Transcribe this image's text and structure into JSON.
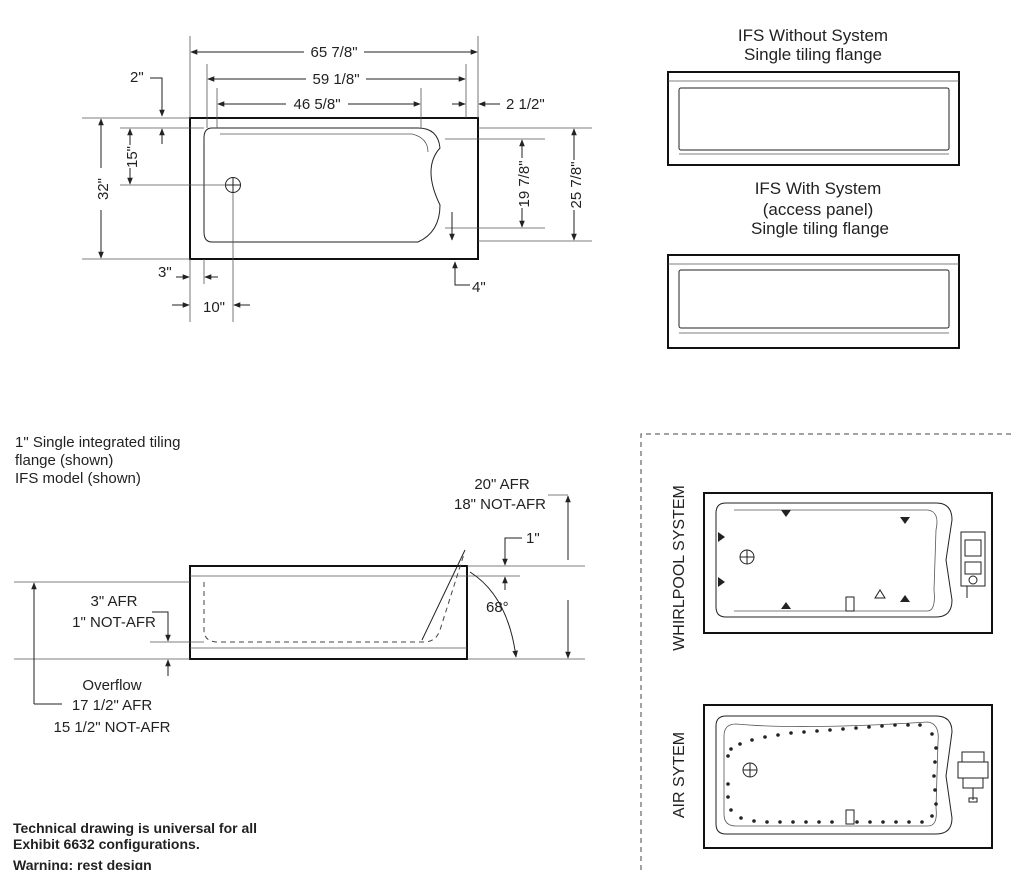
{
  "plan_view": {
    "dimensions": {
      "overall_length": "65 7/8\"",
      "inner_length": "59 1/8\"",
      "basin_length": "46 5/8\"",
      "end_offset": "2 1/2\"",
      "flange_offset": "2\"",
      "drain_offset": "15\"",
      "overall_width": "32\"",
      "basin_width": "19 7/8\"",
      "inner_width": "25 7/8\"",
      "left_wall": "3\"",
      "drain_to_wall": "10\"",
      "bottom_offset": "4\""
    }
  },
  "flange_views": {
    "without_system": {
      "line1": "IFS Without System",
      "line2": "Single tiling flange"
    },
    "with_system": {
      "line1": "IFS With System",
      "line2": "(access panel)",
      "line3": "Single tiling flange"
    }
  },
  "section_view": {
    "notes": {
      "line1": "1\" Single integrated tiling",
      "line2": "flange (shown)",
      "line3": "IFS model (shown)"
    },
    "dimensions": {
      "height_afr": "20\" AFR",
      "height_not_afr": "18\" NOT-AFR",
      "flange_height": "1\"",
      "floor_afr": "3\" AFR",
      "floor_not_afr": "1\" NOT-AFR",
      "backrest_angle": "68°",
      "overflow_label": "Overflow",
      "overflow_afr": "17 1/2\" AFR",
      "overflow_not_afr": "15 1/2\" NOT-AFR"
    }
  },
  "footer": {
    "line1": "Technical drawing is universal for all",
    "line2": "Exhibit 6632 configurations.",
    "line3": "Warning: rest design"
  },
  "systems": {
    "whirlpool_label": "WHIRLPOOL SYSTEM",
    "air_label": "AIR SYTEM"
  }
}
